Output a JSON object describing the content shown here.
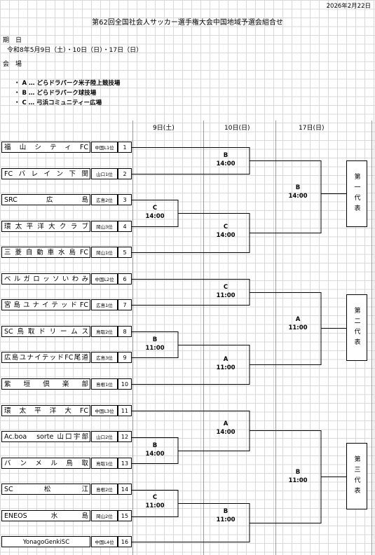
{
  "date": "2026年2月22日",
  "title": "第62回全国社会人サッカー選手権大会中国地域予選会組合せ",
  "period_label": "期　日",
  "period_value": "令和8年5月9日（土）・10日（日）・17日（日）",
  "venue_label": "会　場",
  "venues": [
    "・ A … どらドラパーク米子陸上競技場",
    "・ B … どらドラパーク球技場",
    "・ C … 弓浜コミュニティー広場"
  ],
  "days": [
    "9日(土)",
    "10日(日)",
    "17日(日)"
  ],
  "teams": [
    {
      "name": "福山シティFC",
      "rank": "中国L1位",
      "no": "1"
    },
    {
      "name": "FCバレイン下関",
      "rank": "山口1位",
      "no": "2"
    },
    {
      "name": "SRC広島",
      "rank": "広島2位",
      "no": "3"
    },
    {
      "name": "環太平洋大クラブ",
      "rank": "岡山3位",
      "no": "4"
    },
    {
      "name": "三菱自動車水島FC",
      "rank": "岡山1位",
      "no": "5"
    },
    {
      "name": "ベルガロッソいわみ",
      "rank": "中国L2位",
      "no": "6"
    },
    {
      "name": "宮島ユナイテッドFC",
      "rank": "広島1位",
      "no": "7"
    },
    {
      "name": "SC鳥取ドリームス",
      "rank": "鳥取2位",
      "no": "8"
    },
    {
      "name": "広島ユナイテッドFC尾道",
      "rank": "広島3位",
      "no": "9"
    },
    {
      "name": "紫垣倶楽部",
      "rank": "島根1位",
      "no": "10"
    },
    {
      "name": "環太平洋大FC",
      "rank": "中国L3位",
      "no": "11"
    },
    {
      "name": "Ac.boa　sorte 山口宇部",
      "rank": "山口2位",
      "no": "12"
    },
    {
      "name": "バンメル鳥取",
      "rank": "鳥取1位",
      "no": "13"
    },
    {
      "name": "SC松江",
      "rank": "島根2位",
      "no": "14"
    },
    {
      "name": "ENEOS水島",
      "rank": "岡山2位",
      "no": "15"
    },
    {
      "name": "YonagoGenkiSC",
      "rank": "中国L4位",
      "no": "16"
    }
  ],
  "matches": [
    {
      "venue": "B",
      "time": "14:00"
    },
    {
      "venue": "C",
      "time": "14:00"
    },
    {
      "venue": "C",
      "time": "14:00"
    },
    {
      "venue": "C",
      "time": "11:00"
    },
    {
      "venue": "B",
      "time": "11:00"
    },
    {
      "venue": "A",
      "time": "11:00"
    },
    {
      "venue": "A",
      "time": "14:00"
    },
    {
      "venue": "B",
      "time": "14:00"
    },
    {
      "venue": "C",
      "time": "11:00"
    },
    {
      "venue": "B",
      "time": "11:00"
    },
    {
      "venue": "B",
      "time": "14:00"
    },
    {
      "venue": "A",
      "time": "11:00"
    },
    {
      "venue": "B",
      "time": "11:00"
    }
  ],
  "representatives": [
    "第一代表",
    "第二代表",
    "第三代表"
  ]
}
